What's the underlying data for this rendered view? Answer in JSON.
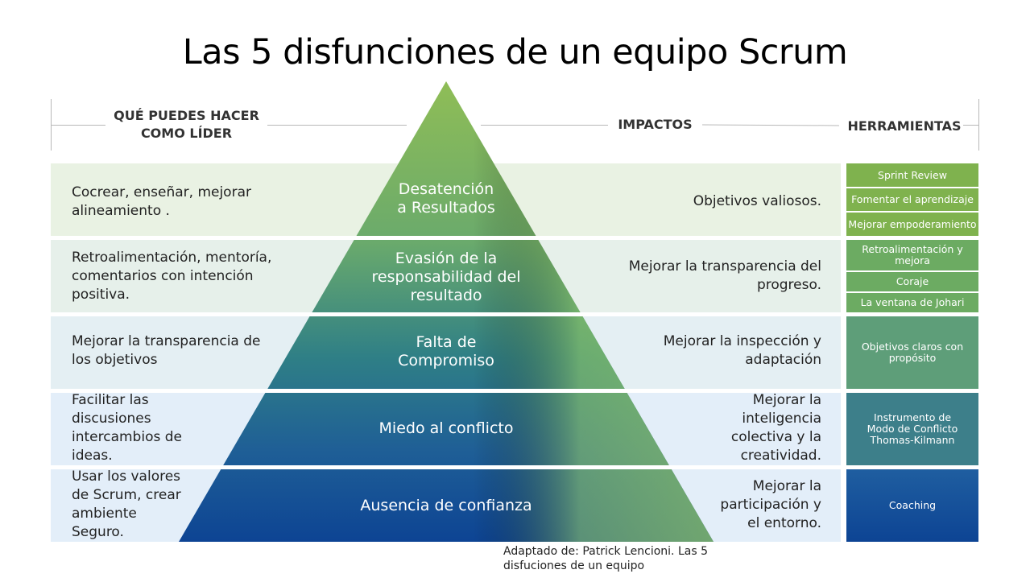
{
  "title": "Las 5 disfunciones de un equipo Scrum",
  "headers": {
    "leader": [
      "QUÉ PUEDES HACER",
      "COMO LÍDER"
    ],
    "impacts": "IMPACTOS",
    "tools": "HERRAMIENTAS"
  },
  "levels": [
    {
      "pyramid": [
        "Desatención",
        "a Resultados"
      ],
      "leader": [
        "Cocrear, enseñar, mejorar",
        "alineamiento ."
      ],
      "impact": [
        "Objetivos valiosos."
      ],
      "tools": [
        "Sprint Review",
        "Fomentar el aprendizaje",
        "Mejorar empoderamiento"
      ]
    },
    {
      "pyramid": [
        "Evasión de la",
        "responsabilidad del",
        "resultado"
      ],
      "leader": [
        "Retroalimentación, mentoría,",
        "comentarios con intención",
        "positiva."
      ],
      "impact": [
        "Mejorar la transparencia del",
        "progreso."
      ],
      "tools": [
        "Retroalimentación y mejora",
        "Coraje",
        "La ventana de Johari"
      ]
    },
    {
      "pyramid": [
        "Falta de",
        "Compromiso"
      ],
      "leader": [
        "Mejorar la transparencia de",
        "los objetivos"
      ],
      "impact": [
        "Mejorar la inspección y",
        "adaptación"
      ],
      "tools": [
        "Objetivos claros con propósito"
      ]
    },
    {
      "pyramid": [
        "Miedo al conflicto"
      ],
      "leader": [
        "Facilitar las",
        "discusiones",
        "intercambios de",
        "ideas."
      ],
      "impact": [
        "Mejorar la",
        "inteligencia",
        "colectiva y la",
        "creatividad."
      ],
      "tools": [
        "Instrumento de Modo de Conflicto Thomas-Kilmann"
      ]
    },
    {
      "pyramid": [
        "Ausencia de confianza"
      ],
      "leader": [
        "Usar los valores",
        "de Scrum, crear",
        "ambiente",
        "Seguro."
      ],
      "impact": [
        "Mejorar la",
        "participación y",
        "el entorno."
      ],
      "tools": [
        "Coaching"
      ]
    }
  ],
  "credit": [
    "Adaptado de: Patrick Lencioni. Las 5",
    "disfuciones de un equipo"
  ],
  "colors": {
    "green_light": "#8fbd56",
    "green_mid": "#5aa17a",
    "teal": "#2f7f86",
    "blue": "#1f5f96",
    "navy": "#0d4494",
    "row_green": "#e9f2e3",
    "row_blue": "#e3eef9"
  }
}
